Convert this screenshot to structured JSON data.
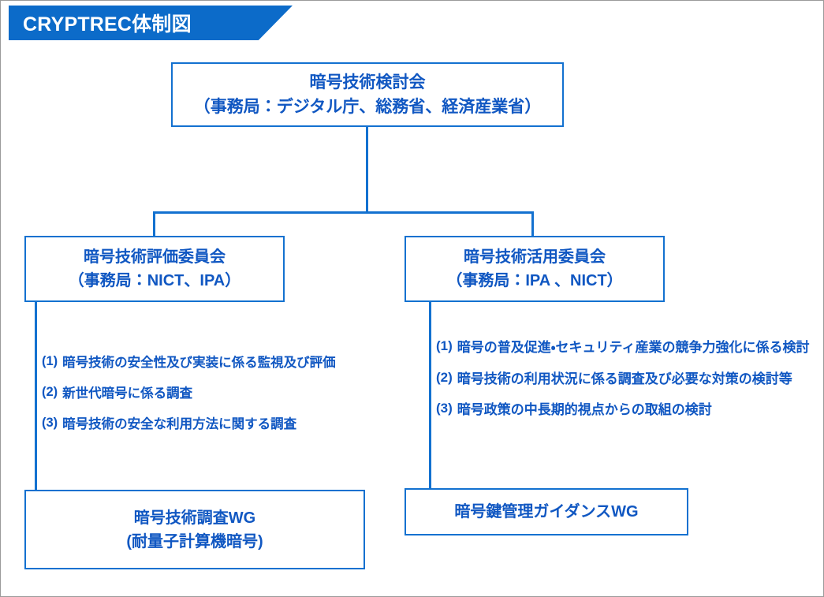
{
  "banner": {
    "title": "CRYPTREC体制図",
    "background": "#0c6bc9",
    "text_color": "#ffffff"
  },
  "colors": {
    "line": "#1371d0",
    "box_border": "#1371d0",
    "box_text": "#1057c2",
    "page_border": "#9a9a9a",
    "background": "#ffffff"
  },
  "boxes": {
    "top": {
      "line1": "暗号技術検討会",
      "line2": "（事務局：デジタル庁、総務省、経済産業省）"
    },
    "evaluation_committee": {
      "line1": "暗号技術評価委員会",
      "line2": "（事務局：NICT、IPA）"
    },
    "utilization_committee": {
      "line1": "暗号技術活用委員会",
      "line2": "（事務局：IPA 、NICT）"
    },
    "wg_left": {
      "line1": "暗号技術調査WG",
      "line2": "(耐量子計算機暗号)"
    },
    "wg_right": {
      "line1": "暗号鍵管理ガイダンスWG"
    }
  },
  "tasks_evaluation": [
    {
      "num": "(1)",
      "text": "暗号技術の安全性及び実装に係る監視及び評価"
    },
    {
      "num": "(2)",
      "text": "新世代暗号に係る調査"
    },
    {
      "num": "(3)",
      "text": "暗号技術の安全な利用方法に関する調査"
    }
  ],
  "tasks_utilization": [
    {
      "num": "(1)",
      "text": "暗号の普及促進・セキュリティ産業の競争力強化に係る検討"
    },
    {
      "num": "(2)",
      "text": "暗号技術の利用状況に係る調査及び必要な対策の検討等"
    },
    {
      "num": "(3)",
      "text": "暗号政策の中長期的視点からの取組の検討"
    }
  ]
}
